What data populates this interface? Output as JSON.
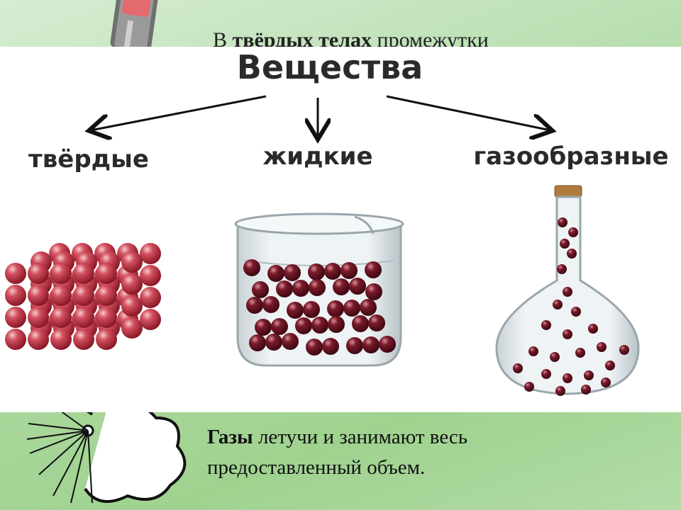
{
  "background": {
    "top_text_prefix": "В ",
    "top_text_bold": "твёрдых телах",
    "top_text_suffix": " промежутки"
  },
  "diagram": {
    "title": "Вещества",
    "categories": [
      {
        "label": "твёрдые",
        "icon": "solid-lattice"
      },
      {
        "label": "жидкие",
        "icon": "liquid-beaker"
      },
      {
        "label": "газообразные",
        "icon": "gas-flask"
      }
    ]
  },
  "paragraph": {
    "bold": "Газы",
    "line1_rest": " летучи и занимают весь",
    "line2": "предоставленный объем."
  },
  "colors": {
    "particle": "#a8283a",
    "particle_dark": "#5e0f1d",
    "background_green": "#a9d79b"
  }
}
